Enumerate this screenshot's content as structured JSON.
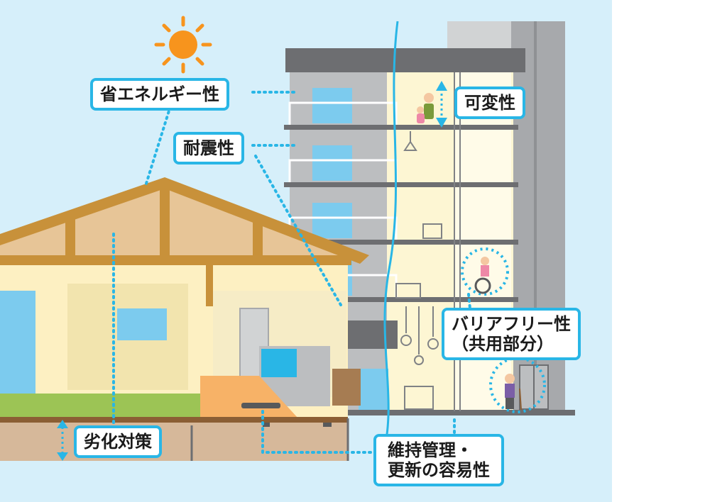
{
  "labels": {
    "energy": "省エネルギー性",
    "seismic": "耐震性",
    "adaptability": "可変性",
    "barrier_free_line1": "バリアフリー性",
    "barrier_free_line2": "（共用部分）",
    "deterioration": "劣化対策",
    "maintenance_line1": "維持管理・",
    "maintenance_line2": "更新の容易性"
  },
  "icons": [
    "sun-icon",
    "family-icon",
    "wheelchair-user-icon",
    "elderly-person-icon"
  ],
  "colors": {
    "sky": "#d6effa",
    "label_border": "#29b6e6",
    "dotted_line": "#29b6e6",
    "sun": "#f7941d",
    "building_gray": "#a7a9ac",
    "interior": "#fdf6d3",
    "house_wood": "#c8913a",
    "tatami": "#9cc455"
  }
}
